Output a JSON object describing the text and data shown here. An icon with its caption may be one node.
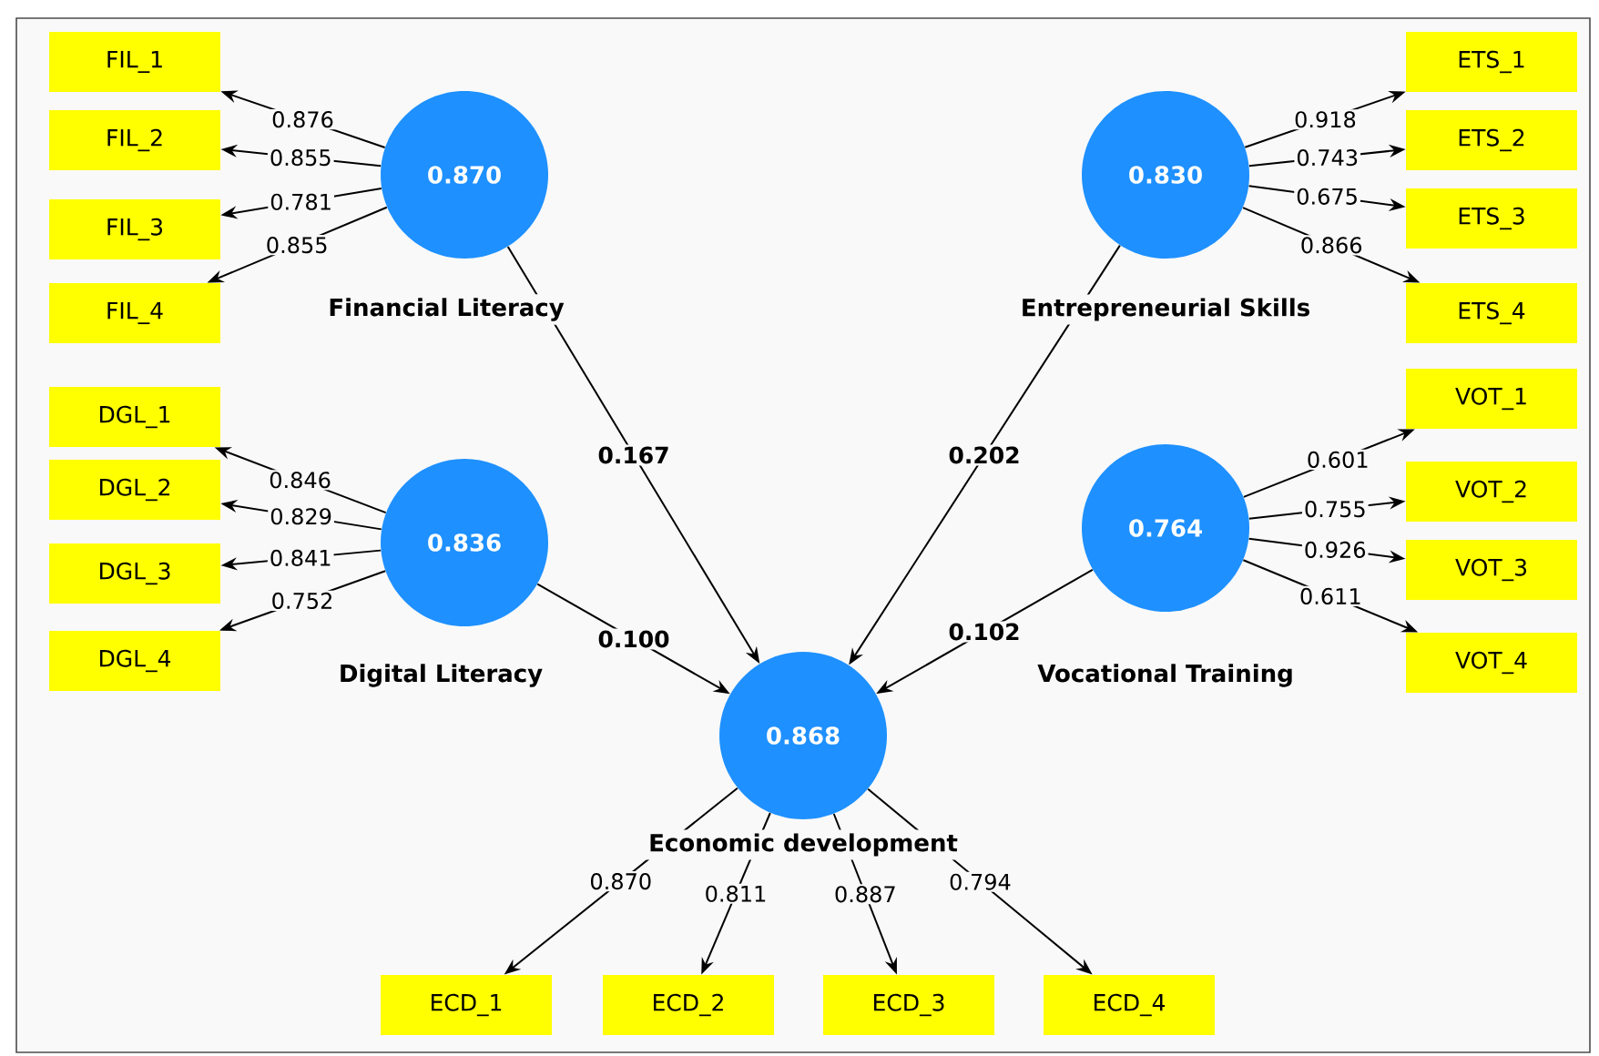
{
  "diagram": {
    "nodes": [
      {
        "text": [
          "FIL_1"
        ]
      },
      {
        "text": [
          "FIL_2"
        ]
      },
      {
        "text": [
          "FIL_3"
        ]
      },
      {
        "text": [
          "FIL_4"
        ]
      },
      {
        "text": [
          "0.870"
        ],
        "beside": [
          "Financial Literacy"
        ]
      },
      {
        "text": [
          "0.830"
        ],
        "beside": [
          "Entrepreneurial Skills"
        ]
      },
      {
        "text": [
          "ETS_1"
        ]
      },
      {
        "text": [
          "ETS_2"
        ]
      },
      {
        "text": [
          "ETS_3"
        ]
      },
      {
        "text": [
          "ETS_4"
        ]
      },
      {
        "text": [
          "DGL_1"
        ]
      },
      {
        "text": [
          "DGL_2"
        ]
      },
      {
        "text": [
          "DGL_3"
        ]
      },
      {
        "text": [
          "DGL_4"
        ]
      },
      {
        "text": [
          "0.836"
        ],
        "beside": [
          "Digital Literacy"
        ]
      },
      {
        "text": [
          "0.764"
        ],
        "beside": [
          "Vocational Training"
        ]
      },
      {
        "text": [
          "VOT_1"
        ]
      },
      {
        "text": [
          "VOT_2"
        ]
      },
      {
        "text": [
          "VOT_3"
        ]
      },
      {
        "text": [
          "VOT_4"
        ]
      },
      {
        "text": [
          "0.868"
        ],
        "beside": [
          "Economic development"
        ]
      },
      {
        "text": [
          "ECD_1"
        ]
      },
      {
        "text": [
          "ECD_2"
        ]
      },
      {
        "text": [
          "ECD_3"
        ]
      },
      {
        "text": [
          "ECD_4"
        ]
      }
    ],
    "edges": [
      {
        "from": 4,
        "to": 0,
        "arrow": "to",
        "label": "0.876"
      },
      {
        "from": 4,
        "to": 1,
        "arrow": "to",
        "label": "0.855"
      },
      {
        "from": 4,
        "to": 2,
        "arrow": "to",
        "label": "0.781"
      },
      {
        "from": 4,
        "to": 3,
        "arrow": "to",
        "label": "0.855"
      },
      {
        "from": 5,
        "to": 6,
        "arrow": "to",
        "label": "0.918"
      },
      {
        "from": 5,
        "to": 7,
        "arrow": "to",
        "label": "0.743"
      },
      {
        "from": 5,
        "to": 8,
        "arrow": "to",
        "label": "0.675"
      },
      {
        "from": 5,
        "to": 9,
        "arrow": "to",
        "label": "0.866"
      },
      {
        "from": 14,
        "to": 10,
        "arrow": "to",
        "label": "0.846"
      },
      {
        "from": 14,
        "to": 11,
        "arrow": "to",
        "label": "0.829"
      },
      {
        "from": 14,
        "to": 12,
        "arrow": "to",
        "label": "0.841"
      },
      {
        "from": 14,
        "to": 13,
        "arrow": "to",
        "label": "0.752"
      },
      {
        "from": 15,
        "to": 16,
        "arrow": "to",
        "label": "0.601"
      },
      {
        "from": 15,
        "to": 17,
        "arrow": "to",
        "label": "0.755"
      },
      {
        "from": 15,
        "to": 18,
        "arrow": "to",
        "label": "0.926"
      },
      {
        "from": 15,
        "to": 19,
        "arrow": "to",
        "label": "0.611"
      },
      {
        "from": 4,
        "to": 20,
        "arrow": "to",
        "label": "0.167"
      },
      {
        "from": 5,
        "to": 20,
        "arrow": "to",
        "label": "0.202"
      },
      {
        "from": 14,
        "to": 20,
        "arrow": "to",
        "label": "0.100"
      },
      {
        "from": 15,
        "to": 20,
        "arrow": "to",
        "label": "0.102"
      },
      {
        "from": 20,
        "to": 21,
        "arrow": "to",
        "label": "0.870"
      },
      {
        "from": 20,
        "to": 22,
        "arrow": "to",
        "label": "0.811"
      },
      {
        "from": 20,
        "to": 23,
        "arrow": "to",
        "label": "0.887"
      },
      {
        "from": 20,
        "to": 24,
        "arrow": "to",
        "label": "0.794"
      }
    ]
  }
}
